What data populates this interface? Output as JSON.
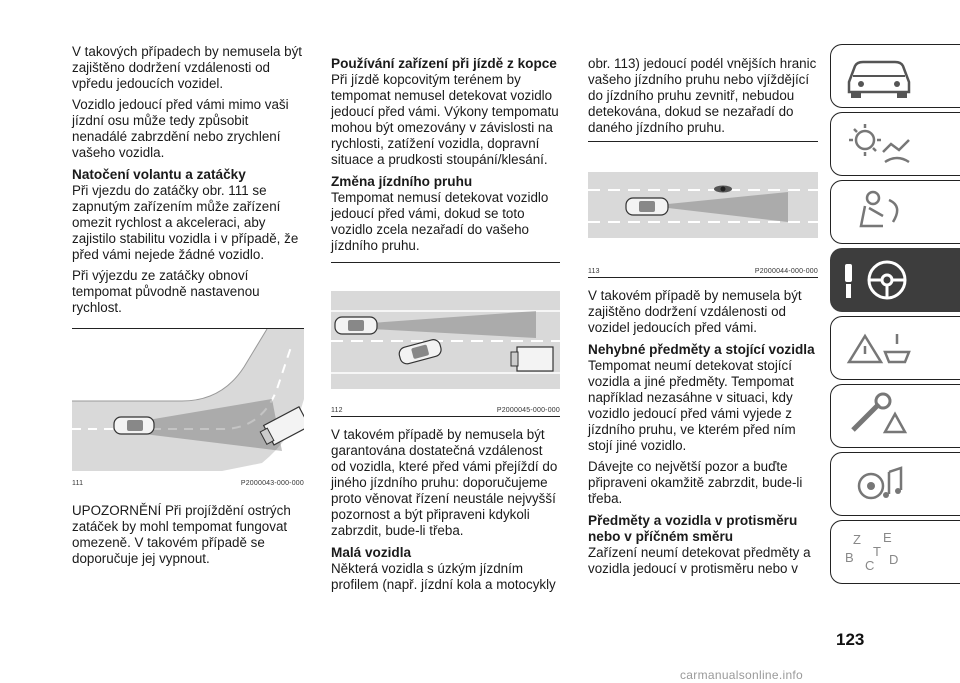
{
  "col1": {
    "p1": "V takových případech by nemusela být zajištěno dodržení vzdálenosti od vpředu jedoucích vozidel.",
    "p2": "Vozidlo jedoucí před vámi mimo vaši jízdní osu může tedy způsobit nenadálé zabrzdění nebo zrychlení vašeho vozidla.",
    "h1": "Natočení volantu a zatáčky",
    "p3": "Při vjezdu do zatáčky obr. 111 se zapnutým zařízením může zařízení omezit rychlost a akceleraci, aby zajistilo stabilitu vozidla i v případě, že před vámi nejede žádné vozidlo.",
    "p4": "Při výjezdu ze zatáčky obnoví tempomat původně nastavenou rychlost.",
    "fig_num": "111",
    "fig_code": "P2000043-000-000",
    "p5": "UPOZORNĚNÍ Při projíždění ostrých zatáček by mohl tempomat fungovat omezeně. V takovém případě se doporučuje jej vypnout."
  },
  "col2": {
    "h1": "Používání zařízení při jízdě z kopce",
    "p1": "Při jízdě kopcovitým terénem by tempomat nemusel detekovat vozidlo jedoucí před vámi. Výkony tempomatu mohou být omezovány v závislosti na rychlosti, zatížení vozidla, dopravní situace a prudkosti stoupání/klesání.",
    "h2": "Změna jízdního pruhu",
    "p2": "Tempomat nemusí detekovat vozidlo jedoucí před vámi, dokud se toto vozidlo zcela nezařadí do vašeho jízdního pruhu.",
    "fig_num": "112",
    "fig_code": "P2000045-000-000",
    "p3": "V takovém případě by nemusela být garantována dostatečná vzdálenost od vozidla, které před vámi přejíždí do jiného jízdního pruhu: doporučujeme proto věnovat řízení neustále nejvyšší pozornost a být připraveni kdykoli zabrzdit, bude-li třeba.",
    "h3": "Malá vozidla",
    "p4": "Některá vozidla s úzkým jízdním profilem (např. jízdní kola a motocykly"
  },
  "col3": {
    "p1": "obr. 113) jedoucí podél vnějších hranic vašeho jízdního pruhu nebo vjíždějící do jízdního pruhu zevnitř, nebudou detekována, dokud se nezařadí do daného jízdního pruhu.",
    "fig_num": "113",
    "fig_code": "P2000044-000-000",
    "p2": "V takovém případě by nemusela být zajištěno dodržení vzdálenosti od vozidel jedoucích před vámi.",
    "h1": "Nehybné předměty a stojící vozidla",
    "p3": "Tempomat neumí detekovat stojící vozidla a jiné předměty. Tempomat například nezasáhne v situaci, kdy vozidlo jedoucí před vámi vyjede z jízdního pruhu, ve kterém před ním stojí jiné vozidlo.",
    "p4": "Dávejte co největší pozor a buďte připraveni okamžitě zabrzdit, bude-li třeba.",
    "h2": "Předměty a vozidla v protisměru nebo v příčném směru",
    "p5": "Zařízení neumí detekovat předměty a vozidla jedoucí v protisměru nebo v"
  },
  "sidebar": {
    "tabs": [
      {
        "icon": "car-icon",
        "active": false
      },
      {
        "icon": "dashboard-lights-icon",
        "active": false
      },
      {
        "icon": "airbag-seat-icon",
        "active": false
      },
      {
        "icon": "steering-wheel-key-icon",
        "active": true
      },
      {
        "icon": "warning-triangle-icon",
        "active": false
      },
      {
        "icon": "maintenance-wrench-icon",
        "active": false
      },
      {
        "icon": "multimedia-icon",
        "active": false
      },
      {
        "icon": "alphabet-index-icon",
        "active": false
      }
    ],
    "index_letters": [
      "Z",
      "E",
      "B",
      "C",
      "D",
      "T"
    ]
  },
  "page_number": "123",
  "watermark": "carmanualsonline.info",
  "colors": {
    "road": "#d9d9d9",
    "lane_mark": "#ffffff",
    "tab_active": "#3d3d3d",
    "text": "#1a1a1a"
  }
}
